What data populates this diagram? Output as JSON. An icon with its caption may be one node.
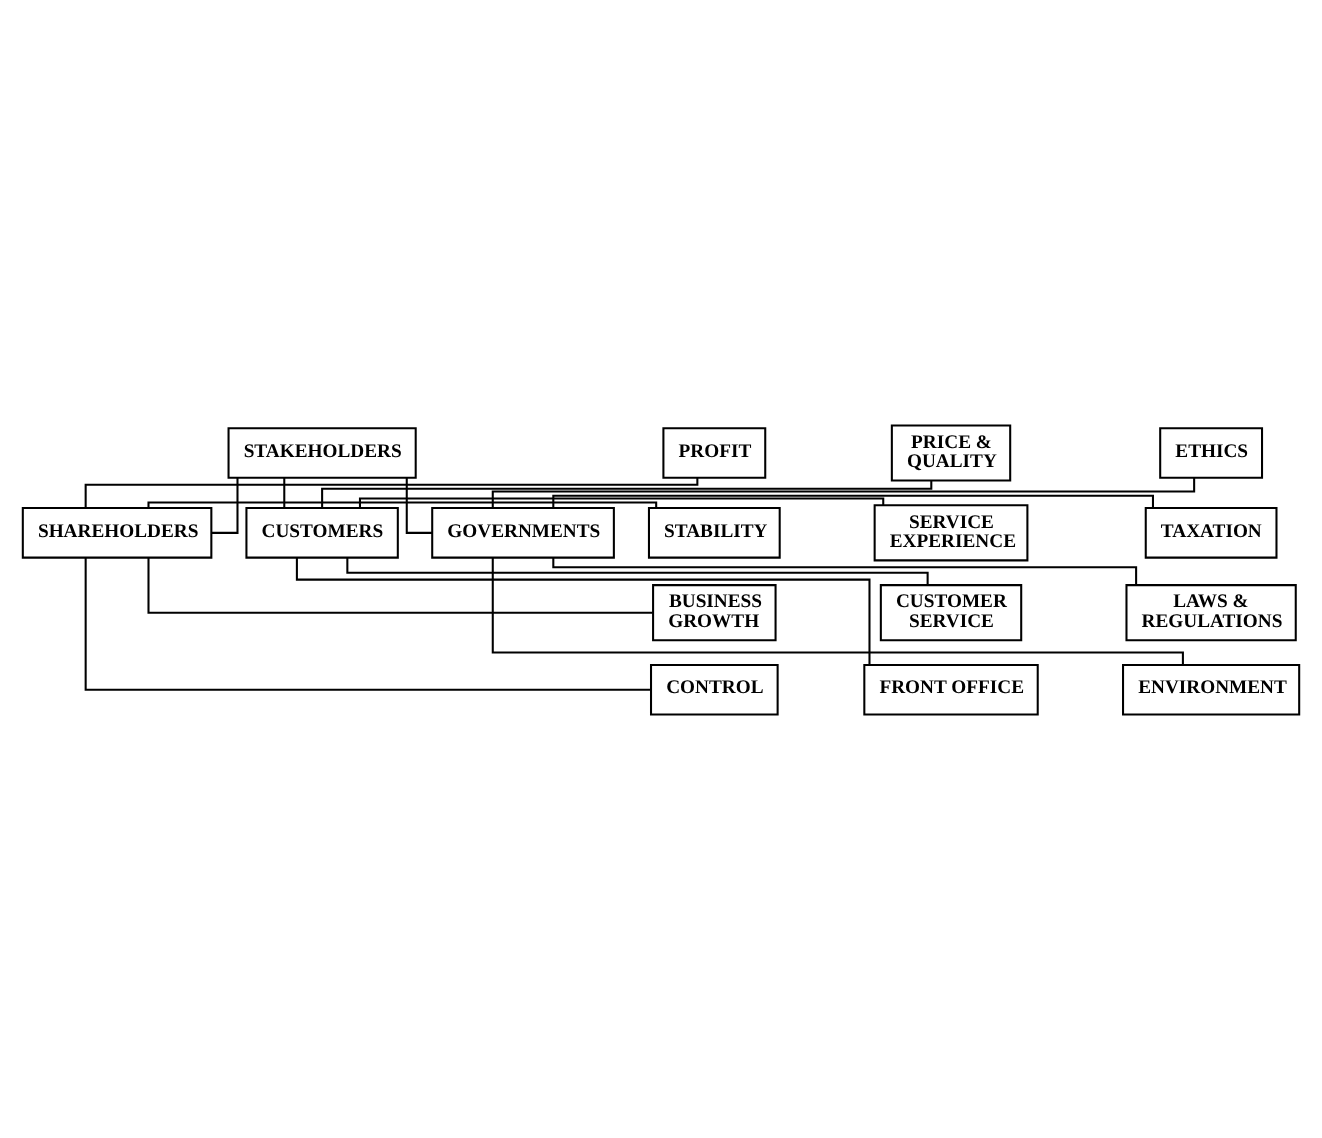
{
  "diagram": {
    "nodes": [
      {
        "text": [
          "STAKEHOLDERS"
        ]
      },
      {
        "text": [
          "SHAREHOLDERS"
        ]
      },
      {
        "text": [
          "CUSTOMERS"
        ]
      },
      {
        "text": [
          "GOVERNMENTS"
        ]
      },
      {
        "text": [
          "PROFIT"
        ]
      },
      {
        "text": [
          "STABILITY"
        ]
      },
      {
        "text": [
          "BUSINESS GROWTH"
        ]
      },
      {
        "text": [
          "CONTROL"
        ]
      },
      {
        "text": [
          "PRICE & QUALITY"
        ]
      },
      {
        "text": [
          "SERVICE EXPERIENCE"
        ]
      },
      {
        "text": [
          "CUSTOMER SERVICE"
        ]
      },
      {
        "text": [
          "FRONT OFFICE"
        ]
      },
      {
        "text": [
          "ETHICS"
        ]
      },
      {
        "text": [
          "TAXATION"
        ]
      },
      {
        "text": [
          "LAWS & REGULATIONS"
        ]
      },
      {
        "text": [
          "ENVIRONMENT"
        ]
      }
    ],
    "edges": [
      {
        "from": 0,
        "to": 1,
        "arrow": "none"
      },
      {
        "from": 0,
        "to": 2,
        "arrow": "none"
      },
      {
        "from": 0,
        "to": 3,
        "arrow": "none"
      },
      {
        "from": 1,
        "to": 4,
        "arrow": "none"
      },
      {
        "from": 1,
        "to": 5,
        "arrow": "none"
      },
      {
        "from": 1,
        "to": 6,
        "arrow": "none"
      },
      {
        "from": 1,
        "to": 7,
        "arrow": "none"
      },
      {
        "from": 2,
        "to": 8,
        "arrow": "none"
      },
      {
        "from": 2,
        "to": 9,
        "arrow": "none"
      },
      {
        "from": 2,
        "to": 10,
        "arrow": "none"
      },
      {
        "from": 2,
        "to": 11,
        "arrow": "none"
      },
      {
        "from": 3,
        "to": 12,
        "arrow": "none"
      },
      {
        "from": 3,
        "to": 13,
        "arrow": "none"
      },
      {
        "from": 3,
        "to": 14,
        "arrow": "none"
      },
      {
        "from": 3,
        "to": 15,
        "arrow": "none"
      }
    ]
  }
}
